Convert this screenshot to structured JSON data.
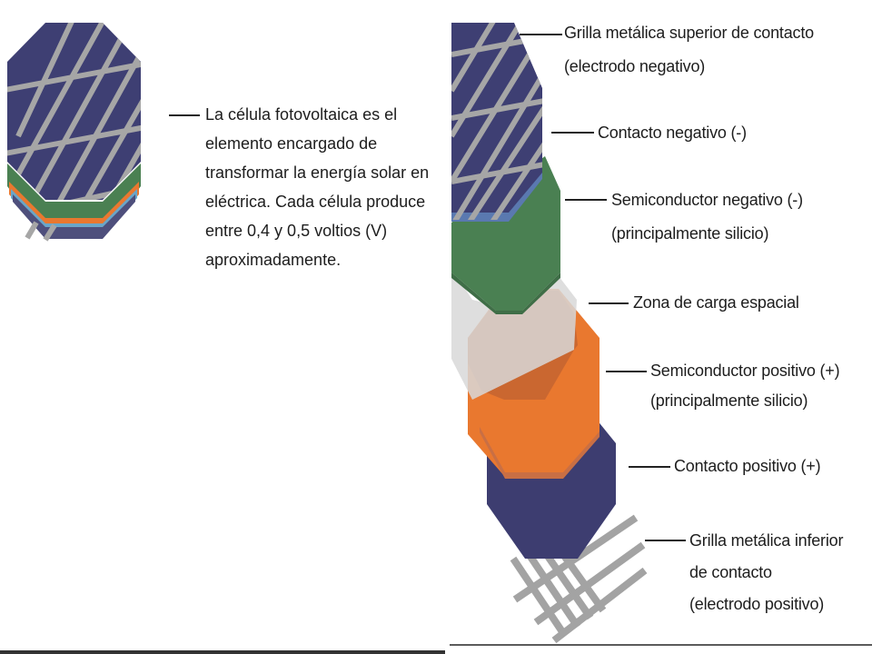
{
  "description": "La célula fotovoltaica es el elemento encargado de transformar la energía solar en eléctrica. Cada célula produce entre 0,4 y 0,5 voltios (V) aproximadamente.",
  "labels": {
    "grid_top": [
      "Grilla metálica superior de contacto",
      "(electrodo negativo)"
    ],
    "contact_negative": [
      "Contacto negativo (-)"
    ],
    "semiconductor_negative": [
      "Semiconductor negativo (-)",
      "(principalmente silicio)"
    ],
    "space_charge": [
      "Zona de carga espacial"
    ],
    "semiconductor_positive": [
      "Semiconductor positivo (+)",
      "(principalmente silicio)"
    ],
    "contact_positive": [
      "Contacto positivo (+)"
    ],
    "grid_bottom": [
      "Grilla metálica inferior",
      "de contacto",
      "(electrodo positivo)"
    ]
  },
  "colors": {
    "navy": "#3e3f73",
    "green": "#4a8052",
    "orange": "#e9782f",
    "gray_zone": "#d7d7d7",
    "grid_gray": "#a6a6a6"
  },
  "icons": {
    "cell": "octagonal-solar-cell",
    "layers": "exploded-cell-layers"
  }
}
